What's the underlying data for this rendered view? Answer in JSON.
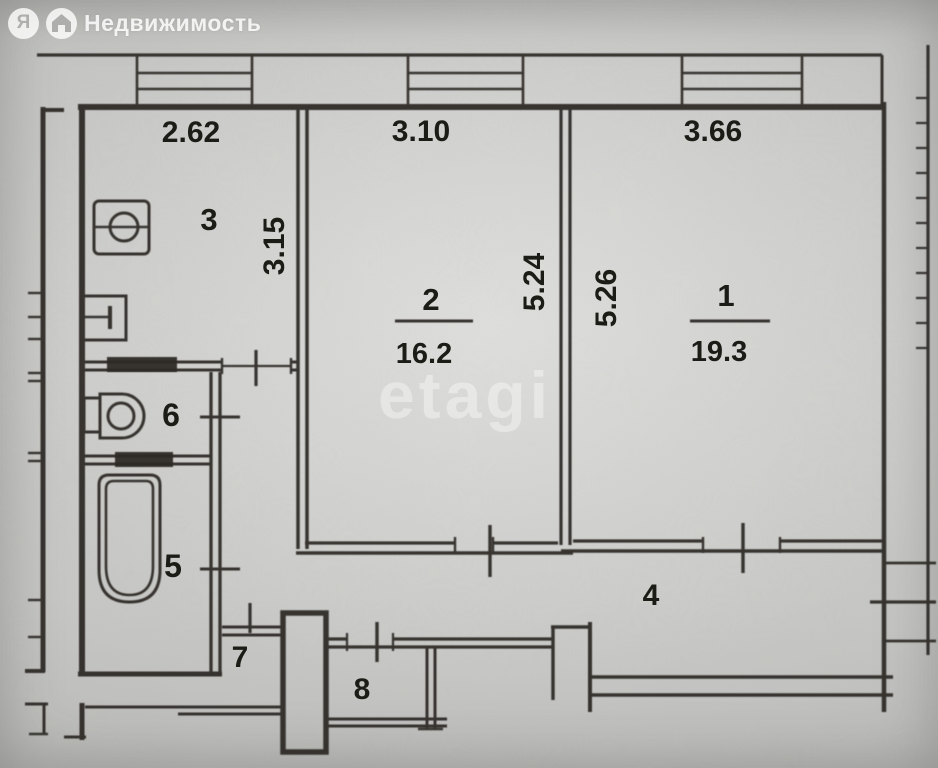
{
  "brand": {
    "letter": "Я",
    "name": "Недвижимость"
  },
  "watermark": {
    "vendor": "etagi"
  },
  "plan": {
    "units": "m",
    "rooms": [
      {
        "number": "1",
        "area": "19.3"
      },
      {
        "number": "2",
        "area": "16.2"
      },
      {
        "number": "3"
      },
      {
        "number": "4"
      },
      {
        "number": "5"
      },
      {
        "number": "6"
      },
      {
        "number": "7"
      },
      {
        "number": "8"
      }
    ],
    "dimensions": {
      "room3_width": "2.62",
      "room2_width": "3.10",
      "room1_width": "3.66",
      "room3_depth": "3.15",
      "room2_depth": "5.24",
      "room1_depth": "5.26"
    },
    "colors": {
      "ink": "#2f2c28",
      "paper_light": "#d3d3d1",
      "paper_dark": "#b0b0ae",
      "watermark": "#ffffff"
    }
  }
}
